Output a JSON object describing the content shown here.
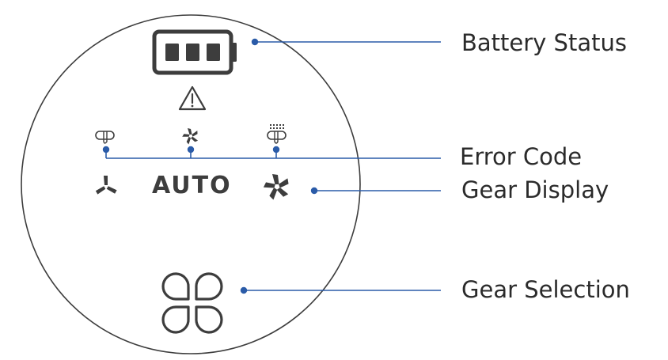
{
  "device_panel": {
    "auto_mode_label": "AUTO"
  },
  "callouts": {
    "battery_status": "Battery Status",
    "error_code": "Error Code",
    "gear_display": "Gear Display",
    "gear_selection": "Gear Selection"
  },
  "colors": {
    "outline": "#3d3d3d",
    "leader_line": "#2a5ba8",
    "label_text": "#2b2b2b"
  },
  "icons": {
    "battery": "battery-full-icon",
    "warning": "warning-triangle-icon",
    "error_left": "brush-error-icon",
    "error_center": "fan-error-icon",
    "error_right": "filter-error-icon",
    "gear_low": "fan-low-icon",
    "gear_high": "fan-high-icon",
    "gear_button": "clover-button-icon"
  }
}
